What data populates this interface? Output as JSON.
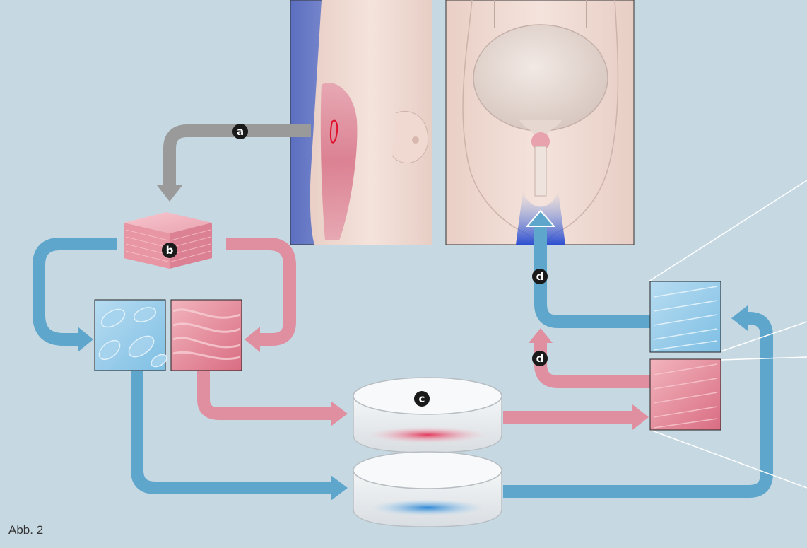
{
  "figure": {
    "caption": "Abb. 2",
    "labels": {
      "a": "a",
      "b": "b",
      "c": "c",
      "d1": "d",
      "d2": "d"
    }
  },
  "colors": {
    "background": "#c6d8e2",
    "blue_path": "#5fa6cc",
    "pink_path": "#e08fa0",
    "grey_path": "#9a9a9a",
    "label_circle": "#1a1a1a"
  }
}
